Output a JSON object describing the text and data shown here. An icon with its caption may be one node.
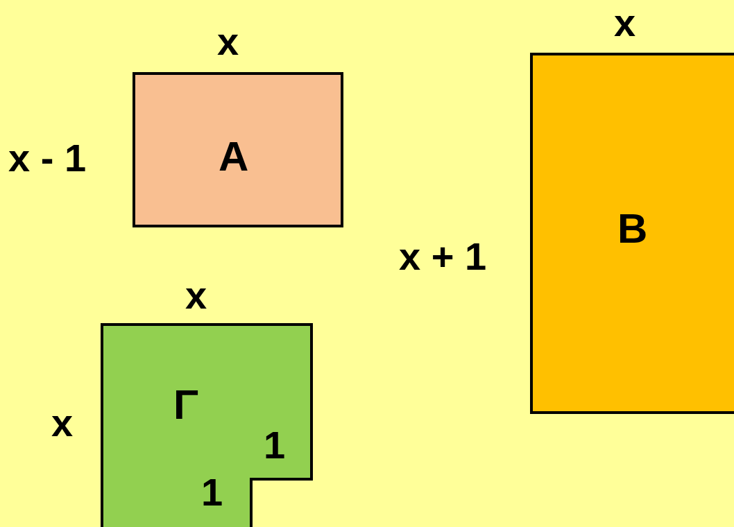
{
  "diagram": {
    "nodes": [
      {
        "text": [
          "A"
        ]
      },
      {
        "text": [
          "B"
        ]
      },
      {
        "text": [
          "Γ"
        ]
      }
    ],
    "labels": [
      "x",
      "x - 1",
      "x",
      "x + 1",
      "x",
      "x",
      "1",
      "1"
    ]
  }
}
